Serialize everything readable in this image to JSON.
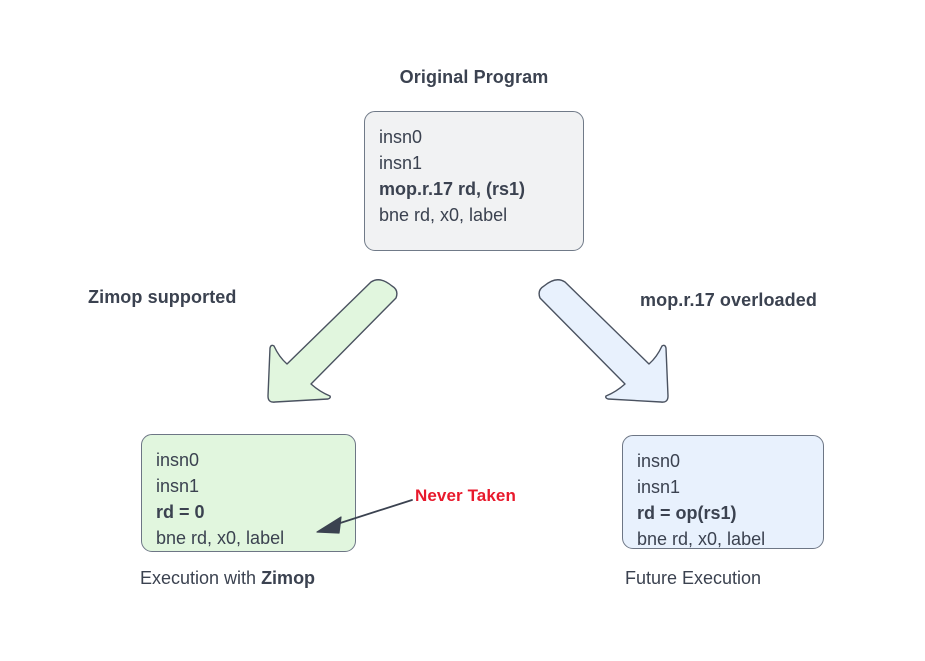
{
  "diagram": {
    "title": "Original Program",
    "top_box": {
      "fill": "#f1f2f3",
      "stroke": "#707a88",
      "lines": [
        {
          "text": "insn0",
          "bold": false
        },
        {
          "text": "insn1",
          "bold": false
        },
        {
          "text": "mop.r.17 rd, (rs1)",
          "bold": true
        },
        {
          "text": "bne rd, x0, label",
          "bold": false
        }
      ]
    },
    "left_branch": {
      "arrow_label": "Zimop supported",
      "arrow_fill": "#e1f6de",
      "arrow_stroke": "#4a5260",
      "box": {
        "fill": "#e1f6de",
        "stroke": "#6d7685",
        "lines": [
          {
            "text": "insn0",
            "bold": false
          },
          {
            "text": "insn1",
            "bold": false
          },
          {
            "text": "rd = 0",
            "bold": true
          },
          {
            "text": "bne rd, x0, label",
            "bold": false
          }
        ]
      },
      "caption_prefix": "Execution with ",
      "caption_bold": "Zimop"
    },
    "right_branch": {
      "arrow_label": "mop.r.17 overloaded",
      "arrow_fill": "#e8f1fd",
      "arrow_stroke": "#4a5260",
      "box": {
        "fill": "#e8f1fd",
        "stroke": "#6d7685",
        "lines": [
          {
            "text": "insn0",
            "bold": false
          },
          {
            "text": "insn1",
            "bold": false
          },
          {
            "text": "rd = op(rs1)",
            "bold": true
          },
          {
            "text": "bne rd, x0, label",
            "bold": false
          }
        ]
      },
      "caption_prefix": "Future Execution",
      "caption_bold": ""
    },
    "annotation": {
      "text": "Never Taken",
      "color": "#e8192c",
      "pointer_color": "#3b4250"
    }
  }
}
